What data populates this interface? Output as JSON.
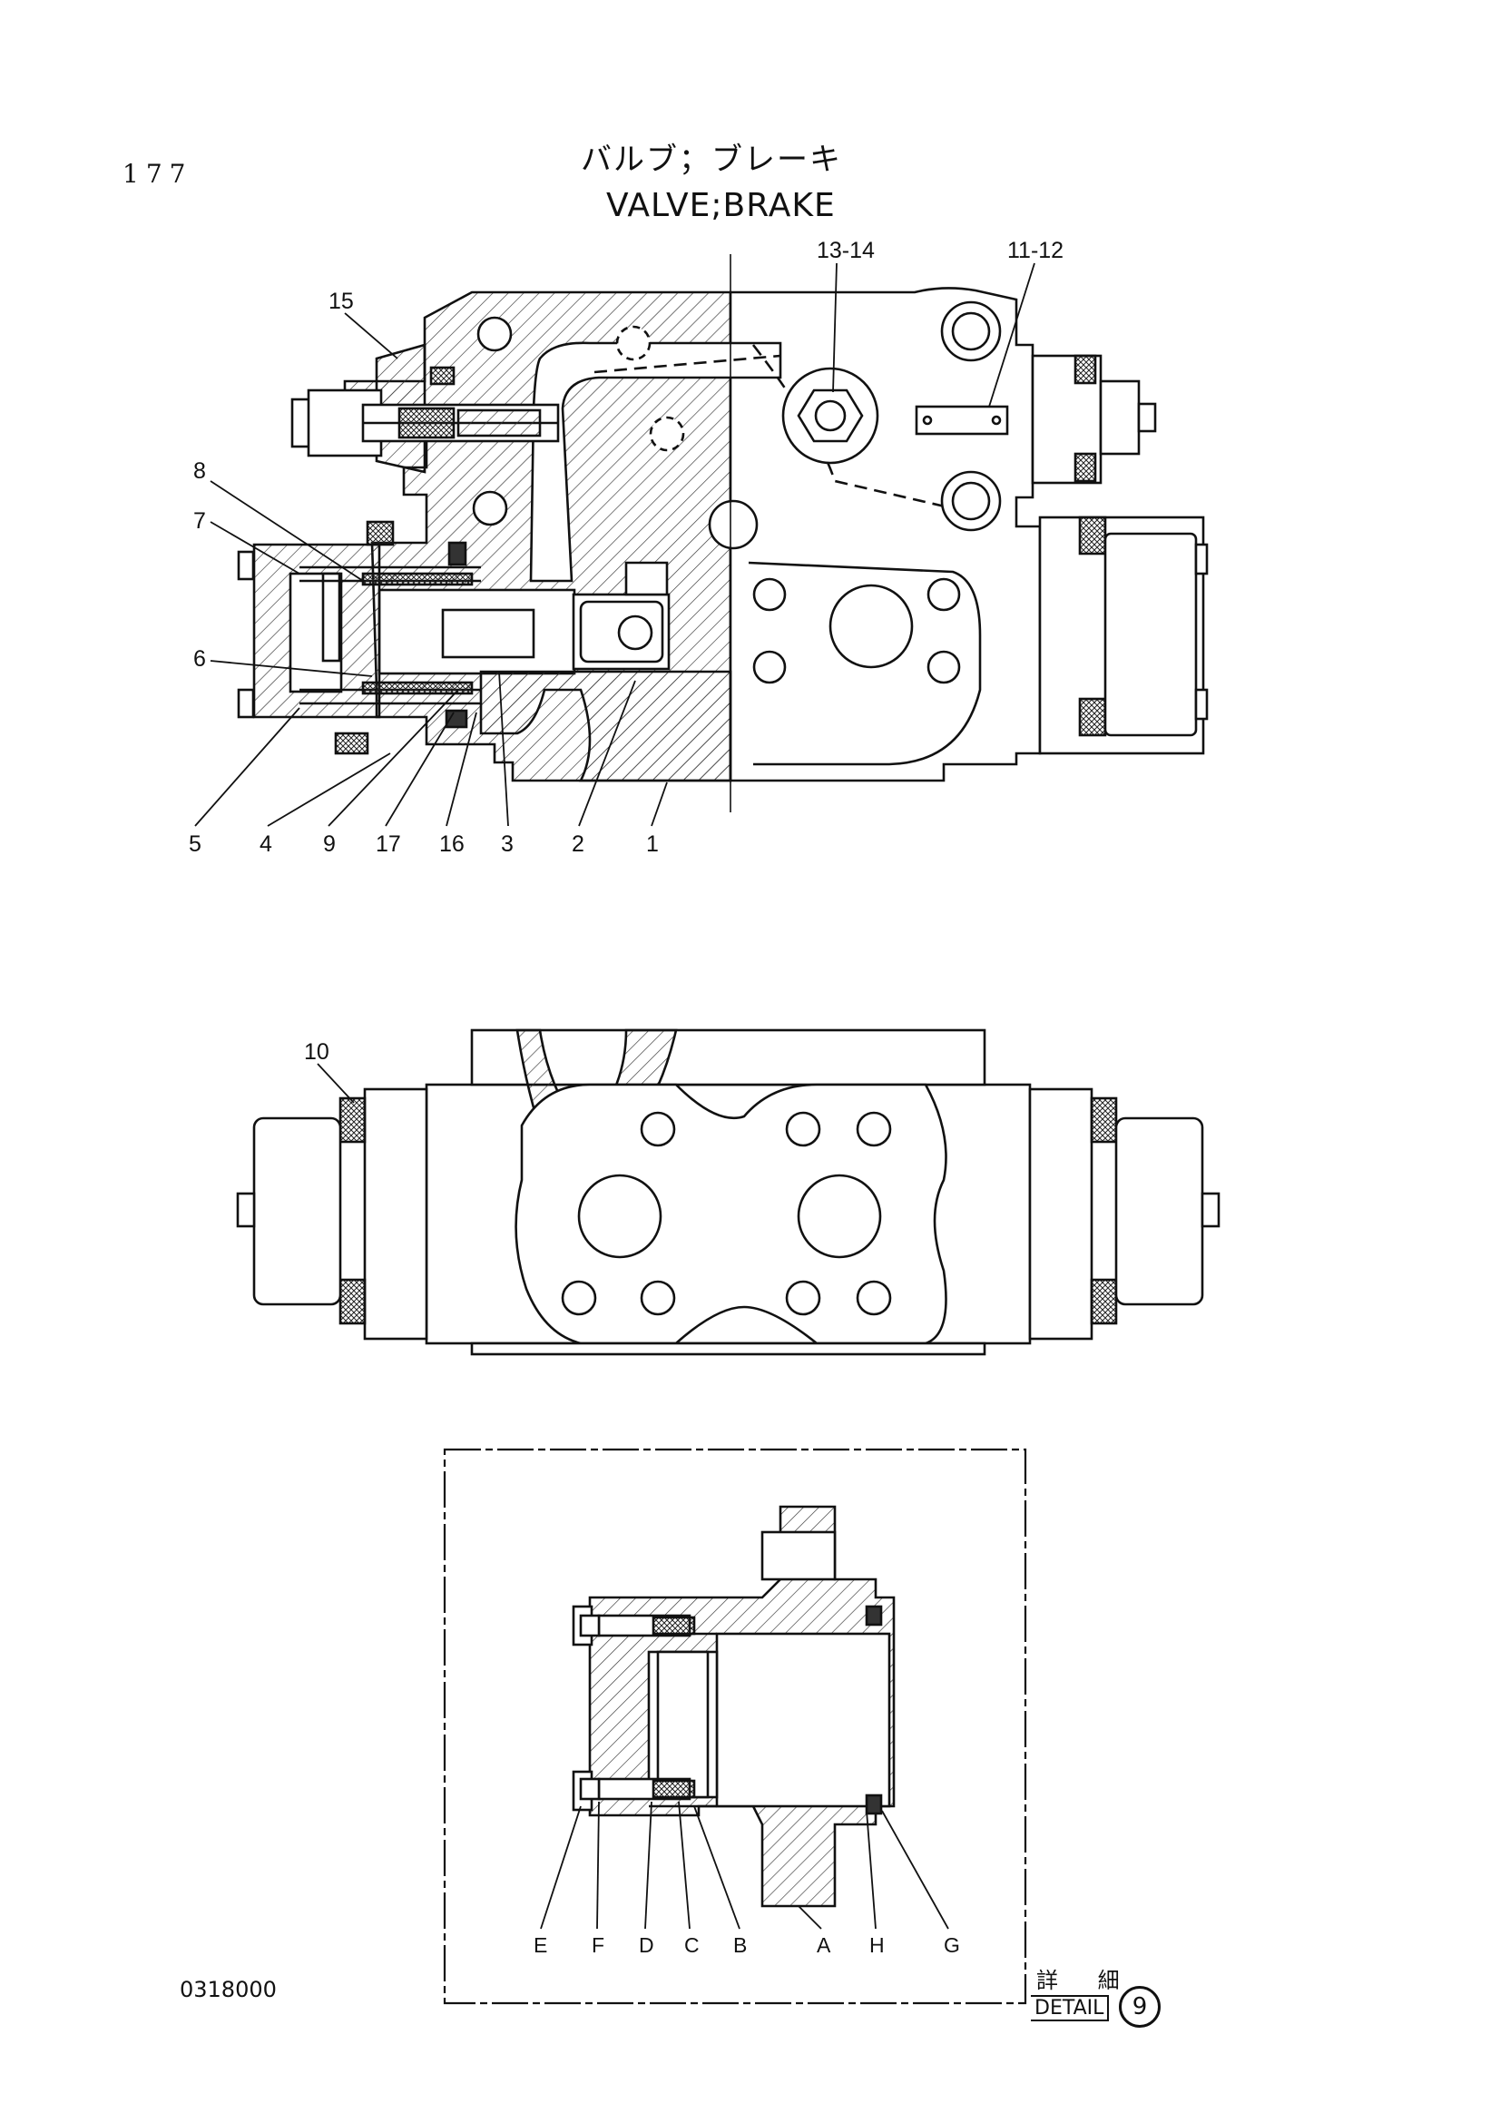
{
  "page_number": "177",
  "title_japanese": "バルブ；ブレーキ",
  "title_english": "VALVE;BRAKE",
  "drawing_number": "0318000",
  "detail_label": {
    "jp": "詳 細",
    "en": "DETAIL",
    "number": "9"
  },
  "top_view_callouts": {
    "c15": "15",
    "c13_14": "13-14",
    "c11_12": "11-12",
    "c8": "8",
    "c7": "7",
    "c6": "6",
    "c5": "5",
    "c4": "4",
    "c9": "9",
    "c17": "17",
    "c16": "16",
    "c3": "3",
    "c2": "2",
    "c1": "1"
  },
  "middle_view_callouts": {
    "c10": "10"
  },
  "detail_callouts": {
    "e": "E",
    "f": "F",
    "d": "D",
    "c": "C",
    "b": "B",
    "a": "A",
    "h": "H",
    "g": "G"
  }
}
